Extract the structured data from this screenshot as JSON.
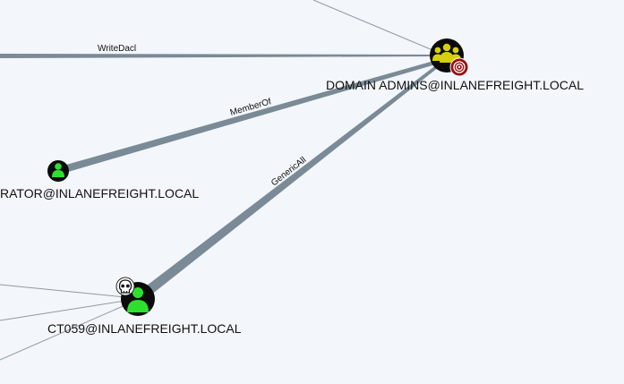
{
  "graph": {
    "nodes": {
      "domain_admins": {
        "label": "DOMAIN ADMINS@INLANEFREIGHT.LOCAL",
        "type": "group",
        "badge": "target-icon",
        "color": "#d6d10d"
      },
      "administrator": {
        "label": "RATOR@INLANEFREIGHT.LOCAL",
        "type": "user",
        "color": "#2ee02e"
      },
      "ct059": {
        "label": "CT059@INLANEFREIGHT.LOCAL",
        "type": "user",
        "badge": "skull-icon",
        "color": "#2ee02e"
      }
    },
    "edges": {
      "write_dacl": {
        "label": "WriteDacl"
      },
      "member_of": {
        "label": "MemberOf"
      },
      "generic_all": {
        "label": "GenericAll"
      }
    },
    "colors": {
      "background": "#f3f6fa",
      "edge": "#7a8a96",
      "edge_thin": "#8e9aa4",
      "node_fill": "#0b0b0b",
      "target_badge": "#9b1010"
    }
  }
}
